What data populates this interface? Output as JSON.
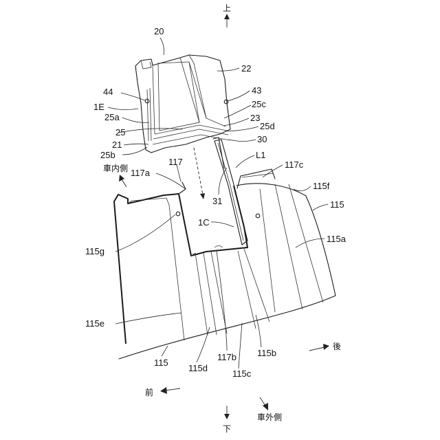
{
  "labels": {
    "n20": "20",
    "n22": "22",
    "n43": "43",
    "n44": "44",
    "n1E": "1E",
    "n25c": "25c",
    "n25a": "25a",
    "n23": "23",
    "n25d": "25d",
    "n25": "25",
    "n21": "21",
    "n30": "30",
    "n25b": "25b",
    "nL1": "L1",
    "n117a": "117a",
    "n117": "117",
    "n117c": "117c",
    "n115f": "115f",
    "n31": "31",
    "n115_right": "115",
    "n1C": "1C",
    "n115a": "115a",
    "n115g": "115g",
    "n115e": "115e",
    "n115_bottom": "115",
    "n115d": "115d",
    "n117b": "117b",
    "n115b": "115b",
    "n115c": "115c"
  },
  "directions": {
    "up": "上",
    "down": "下",
    "front": "前",
    "rear": "後",
    "inner": "車内側",
    "outer": "車外側"
  }
}
